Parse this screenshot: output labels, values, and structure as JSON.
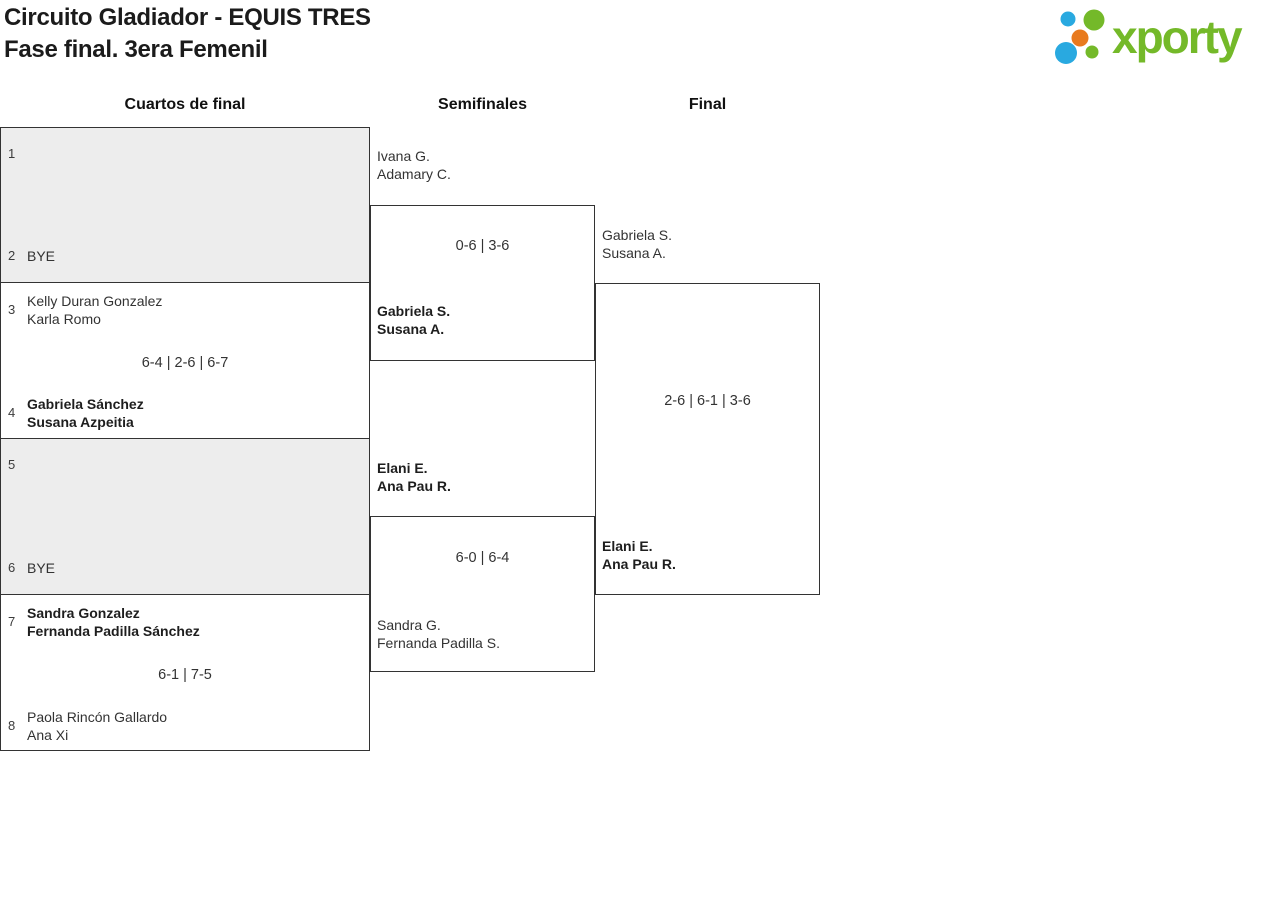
{
  "header": {
    "title_line1": "Circuito Gladiador - EQUIS TRES",
    "title_line2": "Fase final. 3era Femenil"
  },
  "logo": {
    "brand": "xporty",
    "green": "#74b929",
    "blue": "#29a9e0",
    "orange": "#e87a1e"
  },
  "rounds": [
    {
      "label": "Cuartos de final"
    },
    {
      "label": "Semifinales"
    },
    {
      "label": "Final"
    }
  ],
  "quarterfinals": [
    {
      "seed_top": "1",
      "team_top_line1": "",
      "team_top_line2": "",
      "score": "",
      "seed_bottom": "2",
      "team_bottom_line1": "BYE",
      "team_bottom_line2": "",
      "bye": true
    },
    {
      "seed_top": "3",
      "team_top_line1": "Kelly Duran Gonzalez",
      "team_top_line2": "Karla Romo",
      "score": "6-4 | 2-6 | 6-7",
      "seed_bottom": "4",
      "team_bottom_line1": "Gabriela Sánchez",
      "team_bottom_line2": "Susana Azpeitia",
      "winner": "bottom"
    },
    {
      "seed_top": "5",
      "team_top_line1": "",
      "team_top_line2": "",
      "score": "",
      "seed_bottom": "6",
      "team_bottom_line1": "BYE",
      "team_bottom_line2": "",
      "bye": true
    },
    {
      "seed_top": "7",
      "team_top_line1": "Sandra Gonzalez",
      "team_top_line2": "Fernanda Padilla Sánchez",
      "score": "6-1 | 7-5",
      "seed_bottom": "8",
      "team_bottom_line1": "Paola Rincón Gallardo",
      "team_bottom_line2": "Ana Xi",
      "winner": "top"
    }
  ],
  "semifinals": [
    {
      "team_top_line1": "Ivana G.",
      "team_top_line2": "Adamary C.",
      "score": "0-6 | 3-6",
      "team_bottom_line1": "Gabriela S.",
      "team_bottom_line2": "Susana A.",
      "winner": "bottom"
    },
    {
      "team_top_line1": "Elani E.",
      "team_top_line2": "Ana Pau R.",
      "score": "6-0 | 6-4",
      "team_bottom_line1": "Sandra G.",
      "team_bottom_line2": "Fernanda Padilla S.",
      "winner": "top"
    }
  ],
  "final": {
    "team_top_line1": "Gabriela S.",
    "team_top_line2": "Susana A.",
    "score": "2-6 | 6-1 | 3-6",
    "team_bottom_line1": "Elani E.",
    "team_bottom_line2": "Ana Pau R.",
    "winner": "bottom"
  }
}
